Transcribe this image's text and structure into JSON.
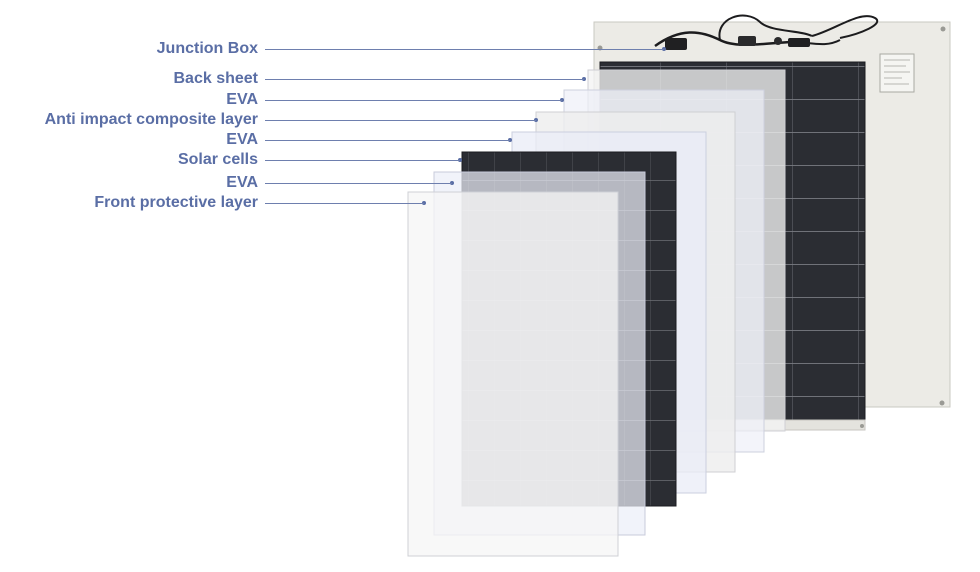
{
  "diagram": {
    "layers": [
      {
        "id": "junction-box",
        "label": "Junction Box"
      },
      {
        "id": "back-sheet",
        "label": "Back sheet"
      },
      {
        "id": "eva-1",
        "label": "EVA"
      },
      {
        "id": "anti-impact",
        "label": "Anti impact composite layer"
      },
      {
        "id": "eva-2",
        "label": "EVA"
      },
      {
        "id": "solar-cells",
        "label": "Solar cells"
      },
      {
        "id": "eva-3",
        "label": "EVA"
      },
      {
        "id": "front-protective",
        "label": "Front protective layer"
      }
    ],
    "colors": {
      "label_text": "#5a6ea5",
      "leader_line": "#6e7fae",
      "back_sheet": "#ecebe6",
      "solar_cell": "#2b2d33",
      "cell_grid": "#8d8f96",
      "eva_tint": "#e6e9f7"
    }
  }
}
